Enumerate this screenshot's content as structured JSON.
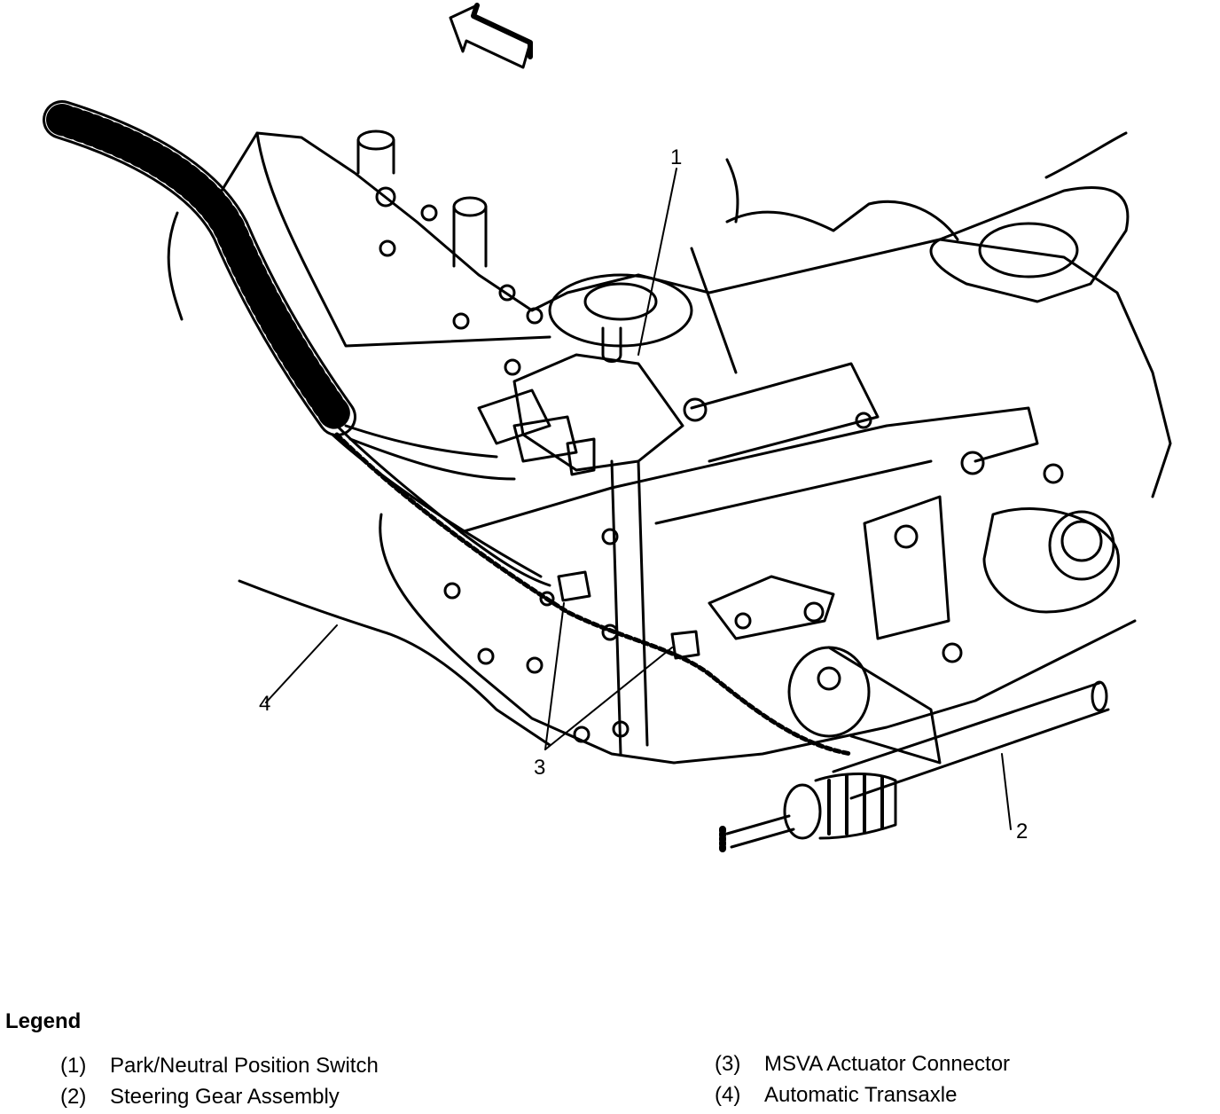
{
  "diagram": {
    "callouts": [
      "1",
      "2",
      "3",
      "4"
    ]
  },
  "legend": {
    "title": "Legend",
    "items": [
      {
        "num": "(1)",
        "label": "Park/Neutral Position Switch"
      },
      {
        "num": "(2)",
        "label": "Steering Gear Assembly"
      },
      {
        "num": "(3)",
        "label": "MSVA Actuator Connector"
      },
      {
        "num": "(4)",
        "label": "Automatic Transaxle"
      }
    ]
  }
}
